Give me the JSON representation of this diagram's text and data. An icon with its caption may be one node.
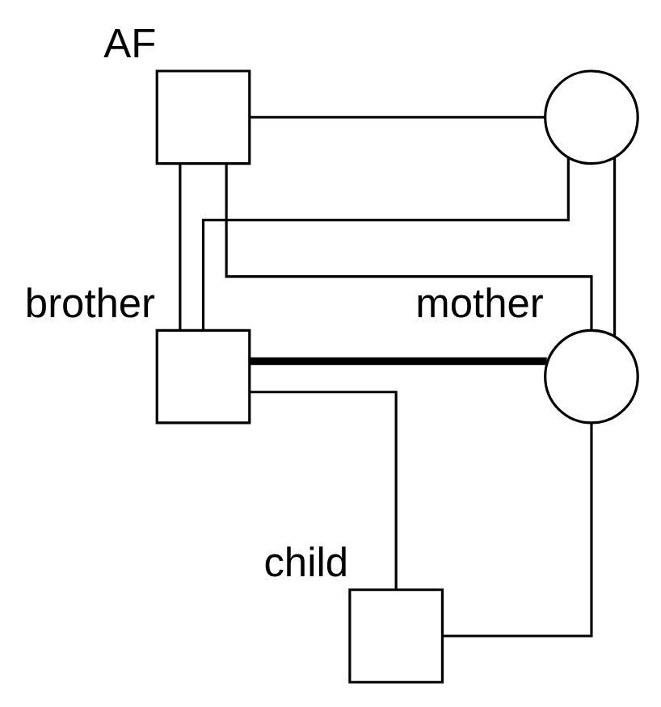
{
  "diagram": {
    "nodes": [
      {
        "text": [
          "AF"
        ]
      },
      {
        "text": [],
        "shape": "circle"
      },
      {
        "text": [
          "brother"
        ]
      },
      {
        "text": [
          "mother"
        ]
      },
      {
        "text": [
          "child"
        ]
      }
    ],
    "edges": [
      {
        "from": 0,
        "to": 1,
        "arrow": "none"
      },
      {
        "from": 0,
        "to": 2,
        "arrow": "none"
      },
      {
        "from": 0,
        "to": 3,
        "arrow": "none"
      },
      {
        "from": 1,
        "to": 2,
        "arrow": "none"
      },
      {
        "from": 1,
        "to": 3,
        "arrow": "none"
      },
      {
        "from": 2,
        "to": 3,
        "arrow": "none",
        "style": "thick"
      },
      {
        "from": 2,
        "to": 4,
        "arrow": "none"
      },
      {
        "from": 3,
        "to": 4,
        "arrow": "none"
      }
    ]
  }
}
